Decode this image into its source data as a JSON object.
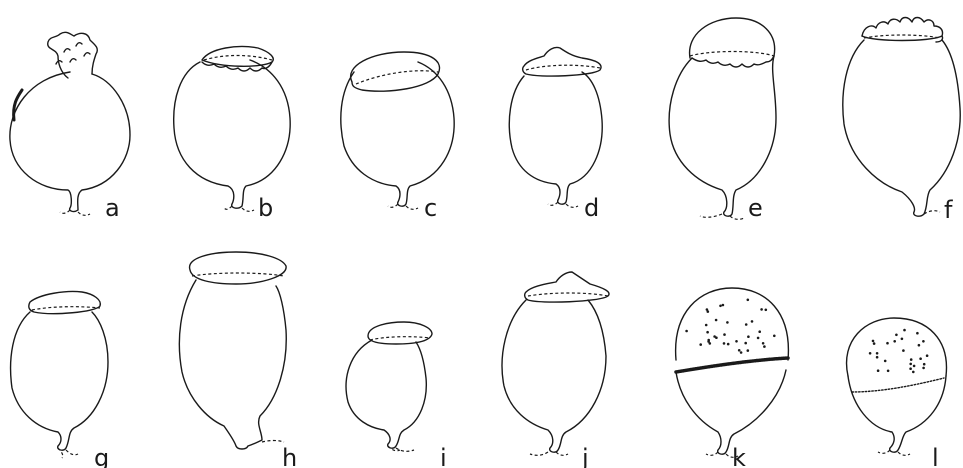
{
  "figures": [
    {
      "label": "a"
    },
    {
      "label": "b"
    },
    {
      "label": "c"
    },
    {
      "label": "d"
    },
    {
      "label": "e"
    },
    {
      "label": "f"
    },
    {
      "label": "g"
    },
    {
      "label": "h"
    },
    {
      "label": "i"
    },
    {
      "label": "j"
    },
    {
      "label": "k"
    },
    {
      "label": "l"
    }
  ]
}
